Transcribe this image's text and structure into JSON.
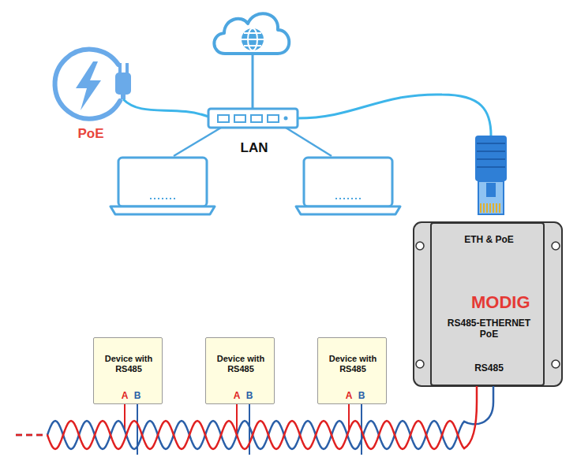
{
  "diagram": {
    "nodes": [
      {
        "text": [
          "ETH & PoE",
          "MODIG",
          "RS485-ETHERNET PoE",
          "RS485"
        ]
      },
      {
        "text": [
          "Device with RS485"
        ]
      },
      {
        "text": [
          "Device with RS485"
        ]
      },
      {
        "text": [
          "Device with RS485"
        ]
      }
    ],
    "labels": [
      "PoE",
      "LAN",
      "A",
      "B",
      "A",
      "B",
      "A",
      "B"
    ]
  }
}
